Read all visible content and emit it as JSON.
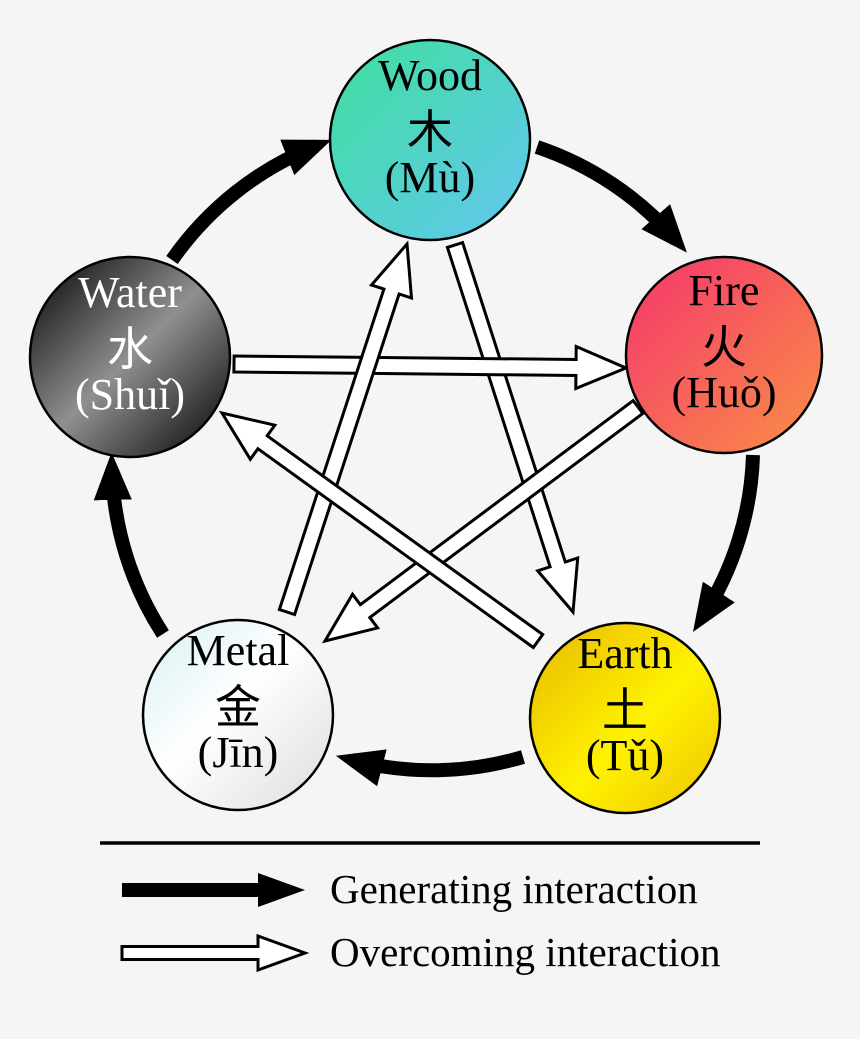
{
  "background": "#f5f5f5",
  "diagram": {
    "nodes": [
      {
        "name": "Wood",
        "hanzi": "木",
        "pinyin": "(Mù)",
        "stops": [
          "#3fdf9d",
          "#62c7f0"
        ],
        "text_color": "#000000"
      },
      {
        "name": "Fire",
        "hanzi": "火",
        "pinyin": "(Huǒ)",
        "stops": [
          "#f5356d",
          "#f99046"
        ],
        "text_color": "#000000"
      },
      {
        "name": "Earth",
        "hanzi": "土",
        "pinyin": "(Tǔ)",
        "stops": [
          "#e7b700",
          "#fff200",
          "#edc404"
        ],
        "text_color": "#000000"
      },
      {
        "name": "Metal",
        "hanzi": "金",
        "pinyin": "(Jīn)",
        "stops": [
          "#d7eff1",
          "#ffffff",
          "#dcdcdc"
        ],
        "text_color": "#000000"
      },
      {
        "name": "Water",
        "hanzi": "水",
        "pinyin": "(Shuǐ)",
        "stops": [
          "#000000",
          "#909090",
          "#000000"
        ],
        "text_color": "#ffffff"
      }
    ],
    "generating_cycle": [
      "Water→Wood",
      "Wood→Fire",
      "Fire→Earth",
      "Earth→Metal",
      "Metal→Water"
    ],
    "overcoming_cycle": [
      "Water→Fire",
      "Fire→Metal",
      "Metal→Wood",
      "Wood→Earth",
      "Earth→Water"
    ],
    "arrow_colors": {
      "generating": "#000000",
      "overcoming_fill": "#ffffff",
      "overcoming_outline": "#000000"
    }
  },
  "legend": {
    "generating_label": "Generating interaction",
    "overcoming_label": "Overcoming interaction"
  }
}
